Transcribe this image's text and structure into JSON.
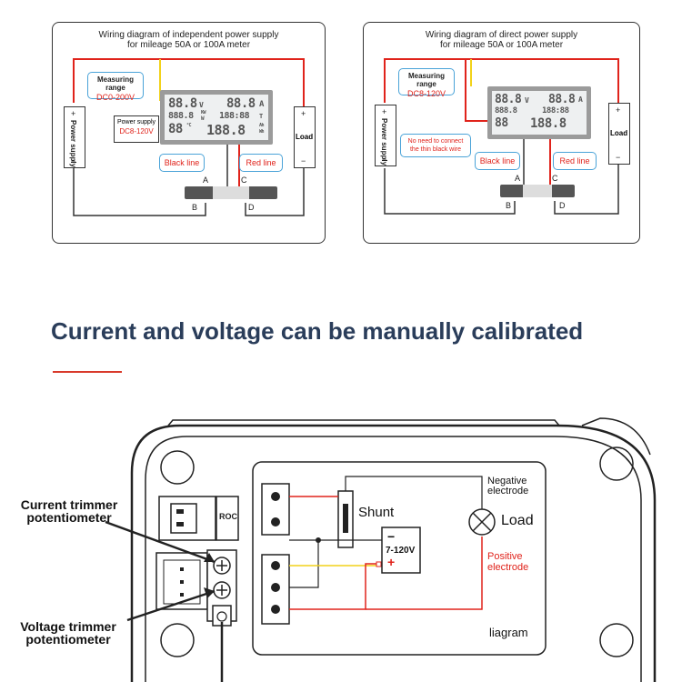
{
  "left_panel": {
    "title_line1": "Wiring diagram of independent power supply",
    "title_line2": "for mileage 50A or 100A meter",
    "measuring_label": "Measuring range",
    "measuring_value": "DC0-200V",
    "power_supply_label": "Power supply",
    "power_supply_value": "DC8-120V",
    "power_supply_text": "Power supply",
    "load_text": "Load",
    "black_line": "Black line",
    "red_line": "Red line",
    "pin_a": "A",
    "pin_b": "B",
    "pin_c": "C",
    "pin_d": "D",
    "plus": "+",
    "minus": "−",
    "lcd": {
      "v1": "88.8",
      "u1": "V",
      "a1": "88.8",
      "u2": "A",
      "k1": "888.8",
      "kw": "KW",
      "w": "W",
      "t1": "188:88",
      "t": "T",
      "temp": "88",
      "deg": "°C",
      "ah": "188.8",
      "ahu": "Ah",
      "wh": "Wh"
    }
  },
  "right_panel": {
    "title_line1": "Wiring diagram of direct power supply",
    "title_line2": "for mileage 50A or 100A meter",
    "measuring_label": "Measuring range",
    "measuring_value": "DC8-120V",
    "note_line1": "No need to connect",
    "note_line2": "the thin black wire",
    "power_supply_text": "Power supply",
    "load_text": "Load",
    "black_line": "Black line",
    "red_line": "Red line",
    "pin_a": "A",
    "pin_b": "B",
    "pin_c": "C",
    "pin_d": "D",
    "plus": "+",
    "minus": "−"
  },
  "headline": "Current and voltage can be manually calibrated",
  "bottom": {
    "current_label_1": "Current trimmer",
    "current_label_2": "potentiometer",
    "voltage_label_1": "Voltage trimmer",
    "voltage_label_2": "potentiometer",
    "roc_text": "ROC",
    "shunt": "Shunt",
    "negative_1": "Negative",
    "negative_2": "electrode",
    "load": "Load",
    "voltage_range": "7-120V",
    "minus": "−",
    "plus": "+",
    "positive_1": "Positive",
    "positive_2": "electrode",
    "diagram": "liagram"
  },
  "colors": {
    "red": "#e0231b",
    "yellow": "#f2d21a",
    "blue": "#4aa3d8",
    "title": "#2a3d5a"
  }
}
